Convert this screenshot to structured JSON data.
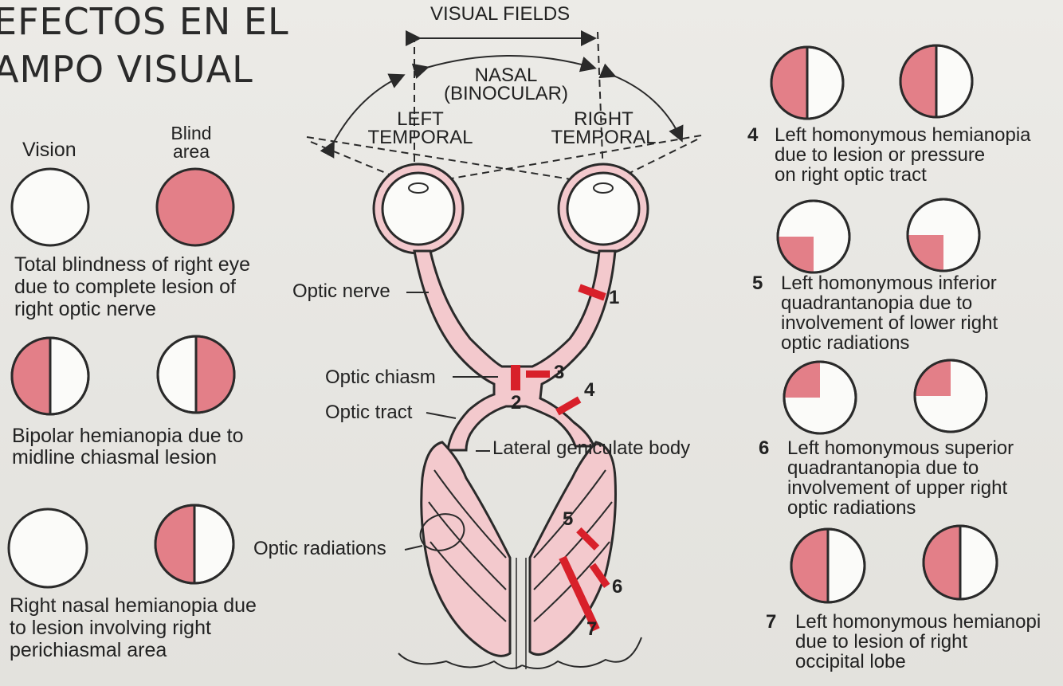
{
  "title": {
    "line1": "EFECTOS EN EL",
    "line2": "AMPO VISUAL"
  },
  "left_header": {
    "vision": "Vision",
    "blind": "Blind\narea"
  },
  "cases_left": [
    {
      "caption": "Total blindness of right eye\ndue to complete lesion of\nright optic nerve"
    },
    {
      "caption": "Bipolar hemianopia due to\nmidline chiasmal lesion"
    },
    {
      "caption": "Right nasal hemianopia due\nto lesion involving right\nperichiasmal area"
    }
  ],
  "cases_right": [
    {
      "number": "4",
      "caption": "Left homonymous hemianopia\ndue to lesion or pressure\non right optic tract"
    },
    {
      "number": "5",
      "caption": "Left homonymous inferior\nquadrantanopia due to\ninvolvement of lower right\noptic radiations"
    },
    {
      "number": "6",
      "caption": "Left homonymous superior\nquadrantanopia due to\ninvolvement of upper right\noptic radiations"
    },
    {
      "number": "7",
      "caption": "Left homonymous hemianopi\ndue to lesion of right\noccipital lobe"
    }
  ],
  "diagram": {
    "visual_fields": "VISUAL FIELDS",
    "nasal": "NASAL\n(BINOCULAR)",
    "left_temporal": "LEFT\nTEMPORAL",
    "right_temporal": "RIGHT\nTEMPORAL",
    "optic_nerve": "Optic nerve",
    "optic_chiasm": "Optic chiasm",
    "optic_tract": "Optic tract",
    "lgb": "Lateral\ngeniculate\nbody",
    "optic_radiations": "Optic radiations",
    "markers": [
      "1",
      "2",
      "3",
      "4",
      "5",
      "6",
      "7"
    ]
  },
  "colors": {
    "pink": "#e37f88",
    "tissue": "#f3c9cd",
    "ink": "#2a2a2a",
    "lesion": "#d8202a"
  }
}
